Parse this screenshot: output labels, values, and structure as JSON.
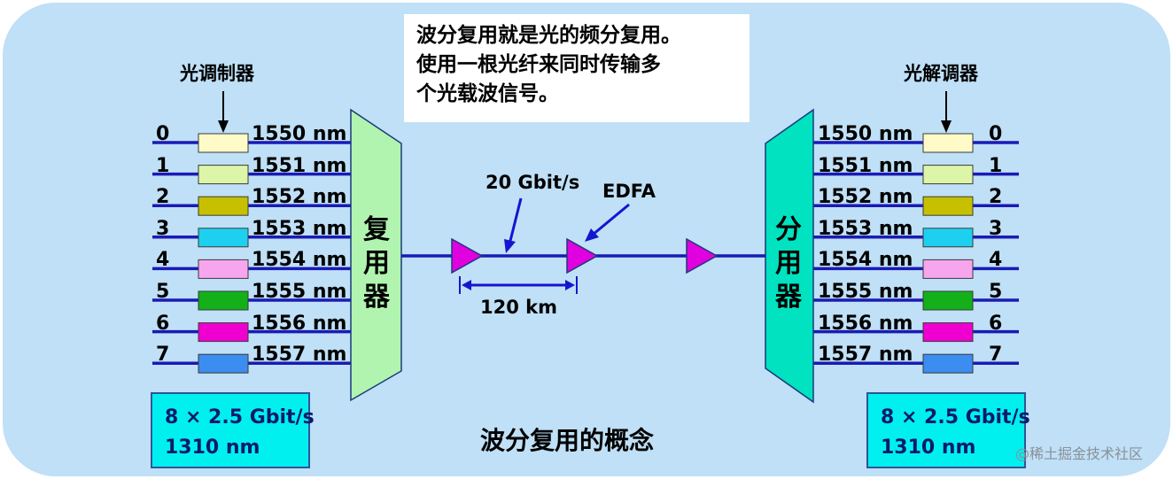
{
  "note": {
    "lines": [
      "波分复用就是光的频分复用。",
      "使用一根光纤来同时传输多",
      "个光载波信号。"
    ]
  },
  "left": {
    "modulator_label": "光调制器",
    "mux_label": [
      "复",
      "用",
      "器"
    ],
    "rate_box": {
      "line1": "8 × 2.5 Gbit/s",
      "line2": "1310 nm"
    }
  },
  "right": {
    "demodulator_label": "光解调器",
    "demux_label": [
      "分",
      "用",
      "器"
    ],
    "rate_box": {
      "line1": "8 × 2.5 Gbit/s",
      "line2": "1310 nm"
    }
  },
  "channels": [
    {
      "index": "0",
      "wavelength": "1550 nm",
      "color": "#fffbc8"
    },
    {
      "index": "1",
      "wavelength": "1551 nm",
      "color": "#ddf5a8"
    },
    {
      "index": "2",
      "wavelength": "1552 nm",
      "color": "#c6c000"
    },
    {
      "index": "3",
      "wavelength": "1553 nm",
      "color": "#1ed0f0"
    },
    {
      "index": "4",
      "wavelength": "1554 nm",
      "color": "#f7a6ee"
    },
    {
      "index": "5",
      "wavelength": "1555 nm",
      "color": "#13b01a"
    },
    {
      "index": "6",
      "wavelength": "1556 nm",
      "color": "#f000d0"
    },
    {
      "index": "7",
      "wavelength": "1557 nm",
      "color": "#3b8ef0"
    }
  ],
  "link": {
    "bitrate_label": "20 Gbit/s",
    "amplifier_label": "EDFA",
    "span_label": "120 km"
  },
  "title": "波分复用的概念",
  "watermark": "@稀土掘金技术社区",
  "colors": {
    "background": "#bfe0f6",
    "mux_fill": "#b0f4b0",
    "demux_fill": "#00e2c0",
    "fiber": "#1a1ab5",
    "amplifier": "#e000e0",
    "arrow": "#1515d0",
    "rate_box_fill": "#00f0f0"
  }
}
